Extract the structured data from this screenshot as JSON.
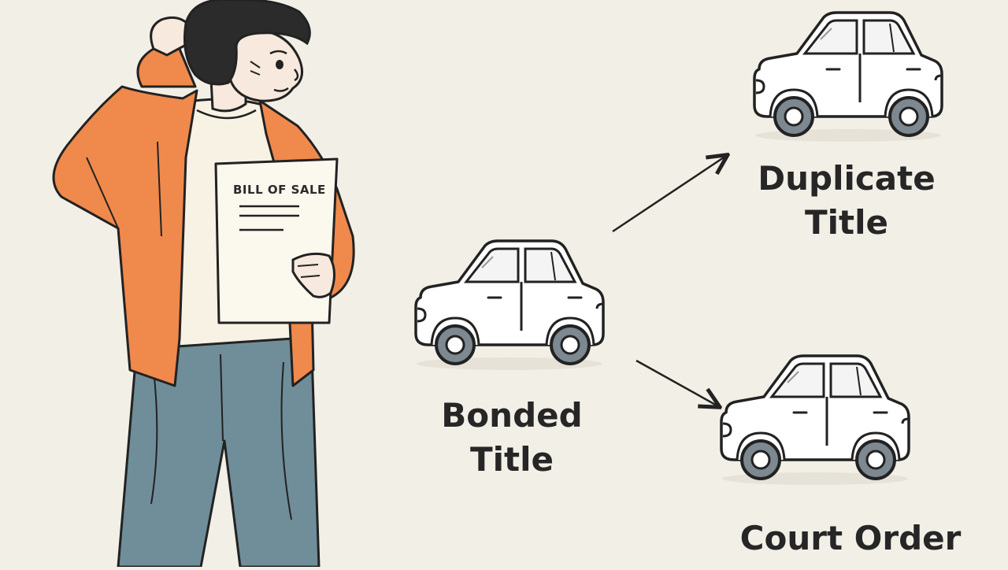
{
  "document": {
    "heading": "BILL OF SALE"
  },
  "options": {
    "source": {
      "line1": "Bonded",
      "line2": "Title"
    },
    "upper": {
      "line1": "Duplicate",
      "line2": "Title"
    },
    "lower": {
      "line1": "Court Order"
    }
  },
  "colors": {
    "background": "#f2efe7",
    "jacket": "#f0894c",
    "pants": "#6f8e99",
    "shirt": "#f7f2e4",
    "hair": "#2b2b2b",
    "skin": "#f7e9dd",
    "car_body": "#ffffff",
    "outline": "#222222",
    "tire": "#7d8890"
  }
}
